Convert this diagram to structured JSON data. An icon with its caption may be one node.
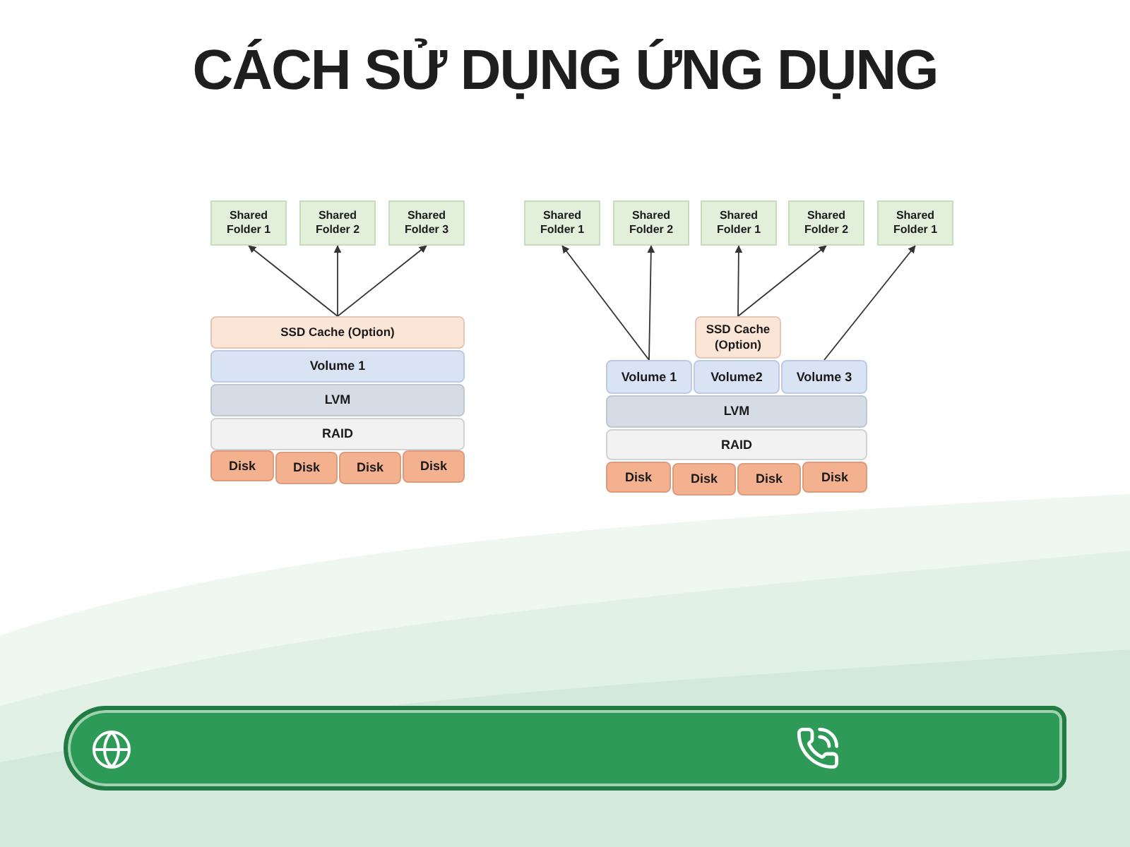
{
  "diagram": {
    "title": "CÁCH SỬ DỤNG ỨNG DỤNG",
    "nodes": [
      {
        "text": [
          "Shared Folder 1"
        ]
      },
      {
        "text": [
          "Shared Folder 2"
        ]
      },
      {
        "text": [
          "Shared Folder 3"
        ]
      },
      {
        "text": [
          "SSD Cache (Option)"
        ]
      },
      {
        "text": [
          "Volume 1"
        ]
      },
      {
        "text": [
          "LVM"
        ]
      },
      {
        "text": [
          "RAID"
        ]
      },
      {
        "text": [
          "Disk"
        ]
      },
      {
        "text": [
          "Disk"
        ]
      },
      {
        "text": [
          "Disk"
        ]
      },
      {
        "text": [
          "Disk"
        ]
      },
      {
        "text": [
          "Shared Folder 1"
        ]
      },
      {
        "text": [
          "Shared Folder 2"
        ]
      },
      {
        "text": [
          "Shared Folder 1"
        ]
      },
      {
        "text": [
          "Shared Folder 2"
        ]
      },
      {
        "text": [
          "Shared Folder 1"
        ]
      },
      {
        "text": [
          "SSD Cache (Option)"
        ]
      },
      {
        "text": [
          "Volume 1"
        ]
      },
      {
        "text": [
          "Volume2"
        ]
      },
      {
        "text": [
          "Volume 3"
        ]
      },
      {
        "text": [
          "LVM"
        ]
      },
      {
        "text": [
          "RAID"
        ]
      },
      {
        "text": [
          "Disk"
        ]
      },
      {
        "text": [
          "Disk"
        ]
      },
      {
        "text": [
          "Disk"
        ]
      },
      {
        "text": [
          "Disk"
        ]
      }
    ],
    "edges": [
      {
        "from": 3,
        "to": 0,
        "arrow": "to"
      },
      {
        "from": 3,
        "to": 1,
        "arrow": "to"
      },
      {
        "from": 3,
        "to": 2,
        "arrow": "to"
      },
      {
        "from": 17,
        "to": 11,
        "arrow": "to"
      },
      {
        "from": 17,
        "to": 12,
        "arrow": "to"
      },
      {
        "from": 16,
        "to": 13,
        "arrow": "to"
      },
      {
        "from": 16,
        "to": 14,
        "arrow": "to"
      },
      {
        "from": 19,
        "to": 15,
        "arrow": "to"
      }
    ]
  }
}
